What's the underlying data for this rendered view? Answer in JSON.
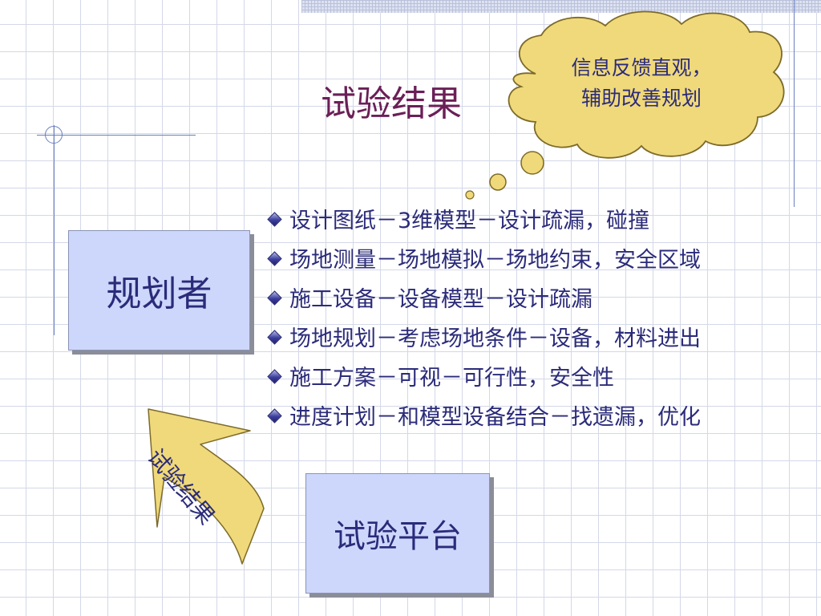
{
  "title": "试验结果",
  "thought_bubble": {
    "line1": "信息反馈直观，",
    "line2": "辅助改善规划"
  },
  "bullets": [
    "设计图纸－3维模型－设计疏漏，碰撞",
    "场地测量－场地模拟－场地约束，安全区域",
    "施工设备－设备模型－设计疏漏",
    "场地规划－考虑场地条件－设备，材料进出",
    "施工方案－可视－可行性，安全性",
    "进度计划－和模型设备结合－找遗漏，优化"
  ],
  "planner_box": "规划者",
  "platform_box": "试验平台",
  "arrow_label": "试验结果",
  "colors": {
    "title": "#6b1f57",
    "text": "#2b2b7a",
    "box_fill": "#cdd7fb",
    "shape_fill": "#efd97a",
    "shape_stroke": "#7d6a2a"
  }
}
